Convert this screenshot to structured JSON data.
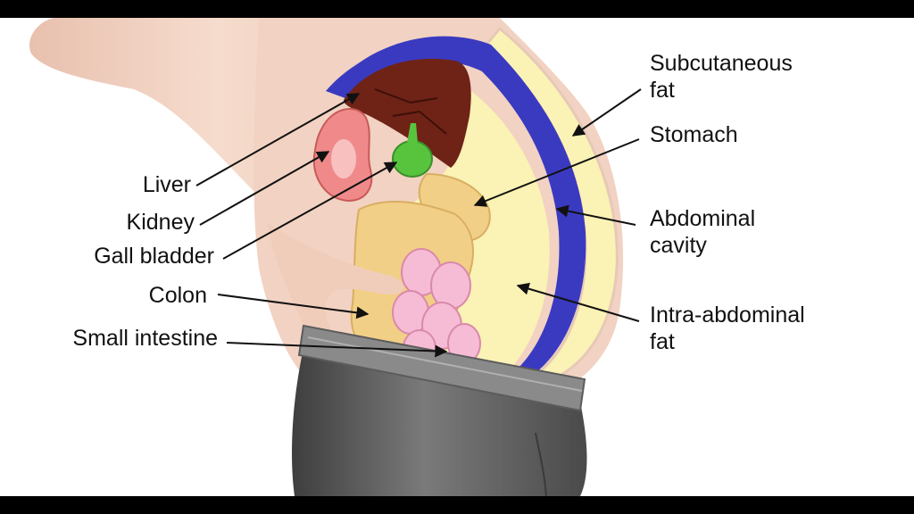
{
  "diagram": {
    "labels": {
      "liver": "Liver",
      "kidney": "Kidney",
      "gall_bladder": "Gall bladder",
      "colon": "Colon",
      "small_intestine": "Small intestine",
      "subcutaneous_fat_line1": "Subcutaneous",
      "subcutaneous_fat_line2": "fat",
      "stomach": "Stomach",
      "abdominal_cavity_line1": "Abdominal",
      "abdominal_cavity_line2": "cavity",
      "intra_abdominal_fat_line1": "Intra-abdominal",
      "intra_abdominal_fat_line2": "fat"
    },
    "colors": {
      "frame": "#000000",
      "background": "#ffffff",
      "skin": "#f0d0c0",
      "liver": "#6e2316",
      "kidney": "#f08a8a",
      "gall_bladder": "#58c43e",
      "cavity_lining": "#3a3ac0",
      "fat": "#fbf2b5",
      "colon": "#f2cf86",
      "small_intestine": "#f6bcd6",
      "pants": "#606060",
      "belt": "#8a8a8a",
      "text": "#111111"
    }
  }
}
